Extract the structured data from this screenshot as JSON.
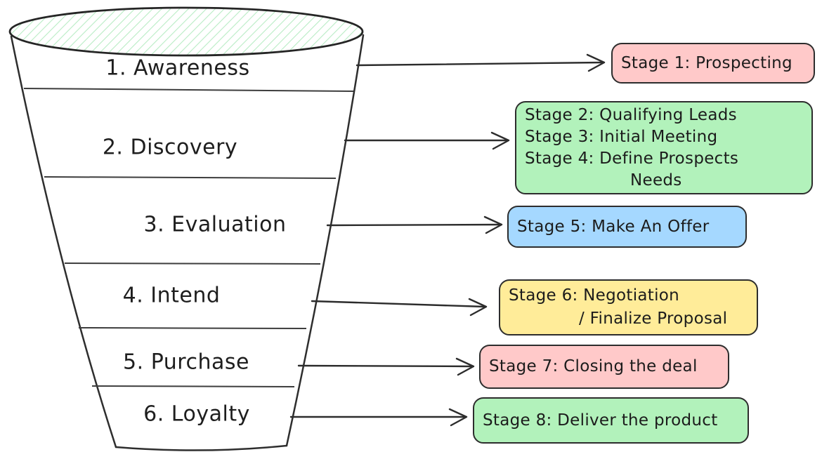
{
  "diagram": {
    "type": "sales-funnel",
    "funnel": {
      "stages": [
        {
          "label": "1. Awareness"
        },
        {
          "label": "2. Discovery"
        },
        {
          "label": "3. Evaluation"
        },
        {
          "label": "4. Intend"
        },
        {
          "label": "5. Purchase"
        },
        {
          "label": "6. Loyalty"
        }
      ]
    },
    "stage_boxes": [
      {
        "color_name": "pink",
        "lines": [
          "Stage 1: Prospecting"
        ]
      },
      {
        "color_name": "green",
        "lines": [
          "Stage 2: Qualifying Leads",
          "Stage 3: Initial Meeting",
          "Stage 4: Define Prospects",
          "Needs"
        ]
      },
      {
        "color_name": "blue",
        "lines": [
          "Stage 5: Make An Offer"
        ]
      },
      {
        "color_name": "yellow",
        "lines": [
          "Stage 6: Negotiation",
          "/ Finalize Proposal"
        ]
      },
      {
        "color_name": "pink",
        "lines": [
          "Stage 7: Closing the deal"
        ]
      },
      {
        "color_name": "green",
        "lines": [
          "Stage 8: Deliver the product"
        ]
      }
    ]
  },
  "colors": {
    "ink": "#1e1e1e",
    "outline": "#2d2d2d",
    "pink": "#ffc9c9",
    "green": "#b2f2bb",
    "blue": "#a5d8ff",
    "yellow": "#ffec99",
    "hatch_green": "#b9ecc5",
    "background": "#ffffff"
  }
}
